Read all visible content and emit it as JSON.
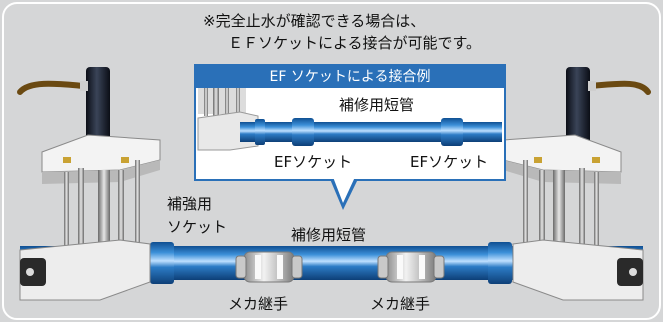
{
  "note": {
    "line1": "※完全止水が確認できる場合は、",
    "line2": "ＥＦソケットによる接合が可能です。"
  },
  "inset": {
    "title": "EF ソケットによる接合例",
    "pipe_label": "補修用短管",
    "left_socket_label": "EFソケット",
    "right_socket_label": "EFソケット"
  },
  "main": {
    "reinforce_socket_line1": "補強用",
    "reinforce_socket_line2": "ソケット",
    "pipe_label": "補修用短管",
    "left_joint_label": "メカ継手",
    "right_joint_label": "メカ継手"
  },
  "colors": {
    "background": "#d5d6d7",
    "pipe_blue": "#1e6cb4",
    "inset_header": "#2a70b8",
    "clamp_white": "#f1f1f1",
    "clamp_gray": "#9a9a9a",
    "dark_pole": "#1b1f2a",
    "hose_brown": "#6b4a12"
  }
}
